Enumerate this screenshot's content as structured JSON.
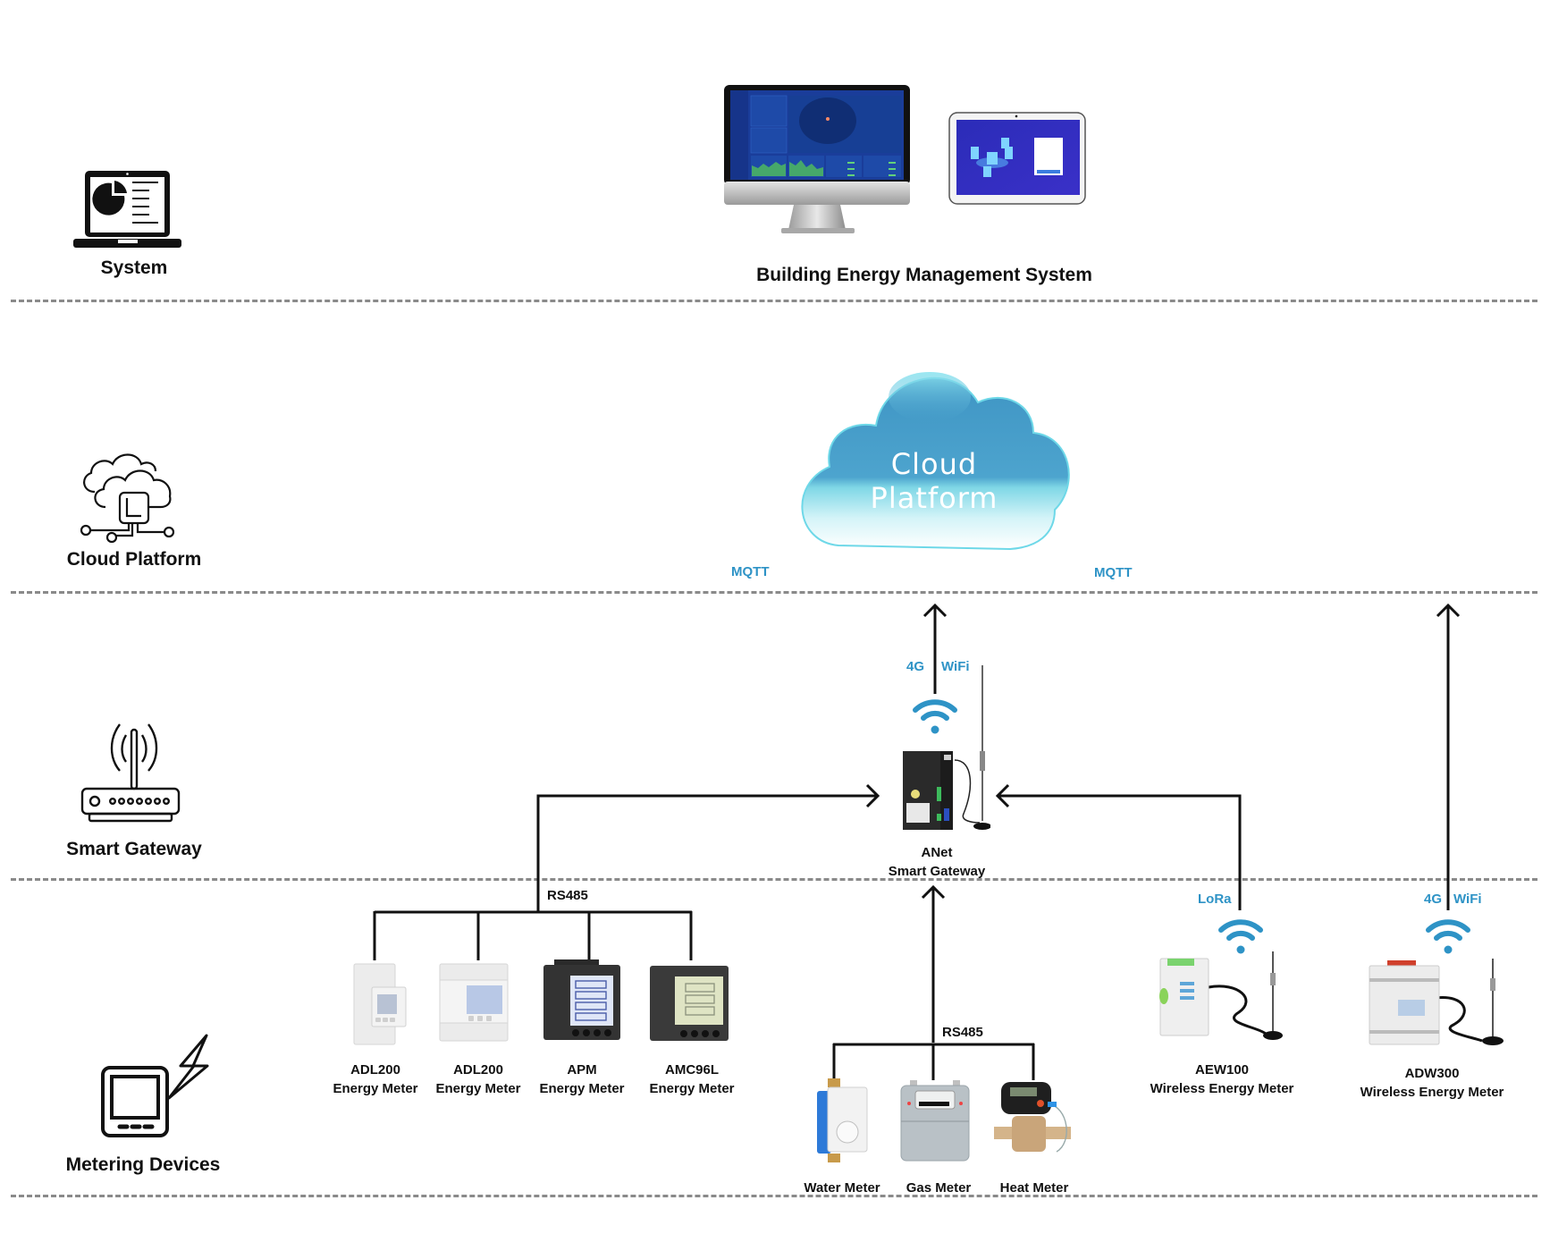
{
  "layers": {
    "system": {
      "label": "System",
      "icon": "laptop-chart-icon"
    },
    "cloud": {
      "label": "Cloud Platform",
      "icon": "cloud-network-icon"
    },
    "gateway": {
      "label": "Smart Gateway",
      "icon": "router-icon"
    },
    "metering": {
      "label": "Metering Devices",
      "icon": "meter-lightning-icon"
    }
  },
  "system": {
    "title": "Building Energy Management System"
  },
  "cloud": {
    "title": "Cloud Platform",
    "protocol_left": "MQTT",
    "protocol_right": "MQTT"
  },
  "gateway": {
    "name": "ANet",
    "subtitle": "Smart Gateway",
    "uplink_4g": "4G",
    "uplink_wifi": "WiFi"
  },
  "buses": {
    "upper_rs485": "RS485",
    "lower_rs485": "RS485"
  },
  "meters_rs485": [
    {
      "model": "ADL200",
      "type": "Energy Meter"
    },
    {
      "model": "ADL200",
      "type": "Energy Meter"
    },
    {
      "model": "APM",
      "type": "Energy Meter"
    },
    {
      "model": "AMC96L",
      "type": "Energy Meter"
    }
  ],
  "utility_meters": [
    {
      "type": "Water Meter"
    },
    {
      "type": "Gas Meter"
    },
    {
      "type": "Heat Meter"
    }
  ],
  "wireless_meters": [
    {
      "model": "AEW100",
      "type": "Wireless Energy Meter",
      "link": "LoRa"
    },
    {
      "model": "ADW300",
      "type": "Wireless Energy Meter",
      "link_4g": "4G",
      "link_wifi": "WiFi"
    }
  ],
  "colors": {
    "accent_blue": "#2e93c6",
    "cloud_blue": "#4a9dc8",
    "divider_gray": "#8a8a8a"
  }
}
